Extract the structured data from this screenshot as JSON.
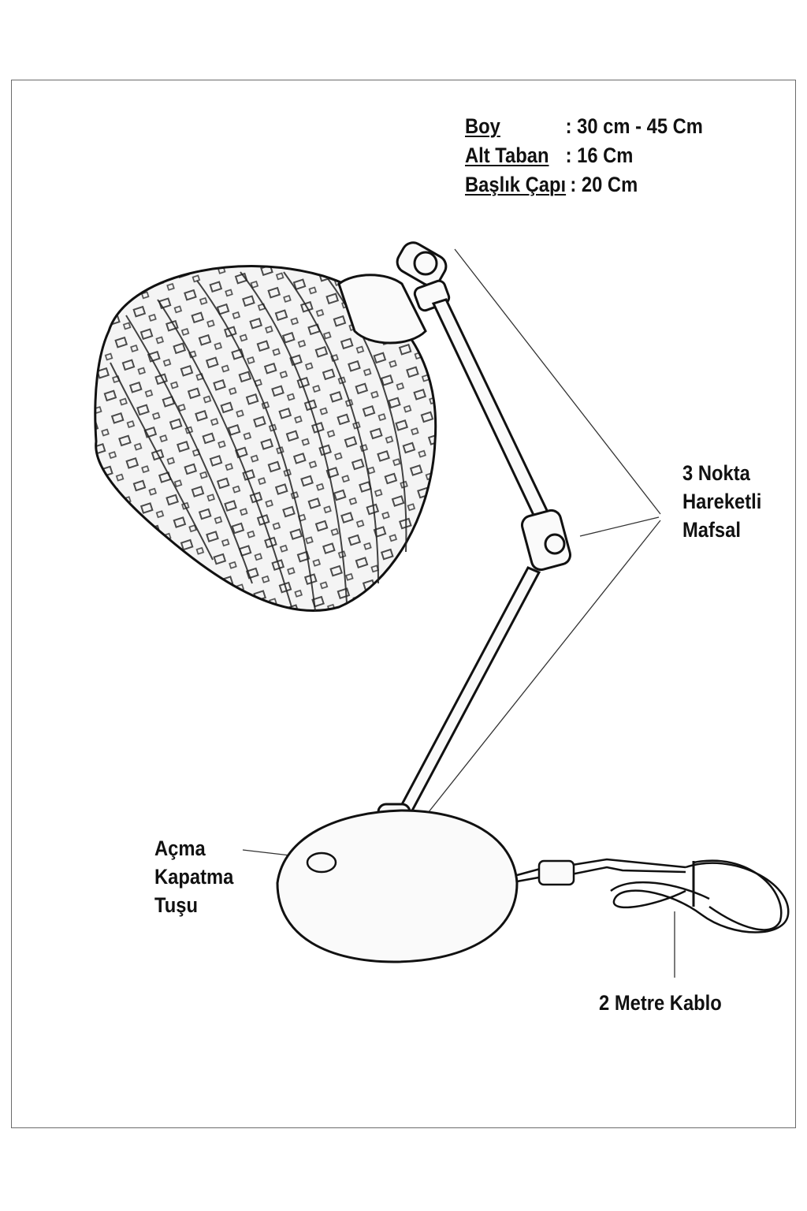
{
  "specs": [
    {
      "key": "Boy",
      "value": ": 30 cm - 45 Cm"
    },
    {
      "key": "Alt Taban",
      "value": ": 16 Cm"
    },
    {
      "key": "Başlık Çapı",
      "value": ": 20 Cm"
    }
  ],
  "callouts": {
    "joint": [
      "3 Nokta",
      "Hareketli",
      "Mafsal"
    ],
    "switch": [
      "Açma",
      "Kapatma",
      "Tuşu"
    ],
    "cable": "2 Metre Kablo"
  },
  "colors": {
    "ink": "#111111",
    "frame": "#6b6b6b",
    "background": "#ffffff"
  }
}
